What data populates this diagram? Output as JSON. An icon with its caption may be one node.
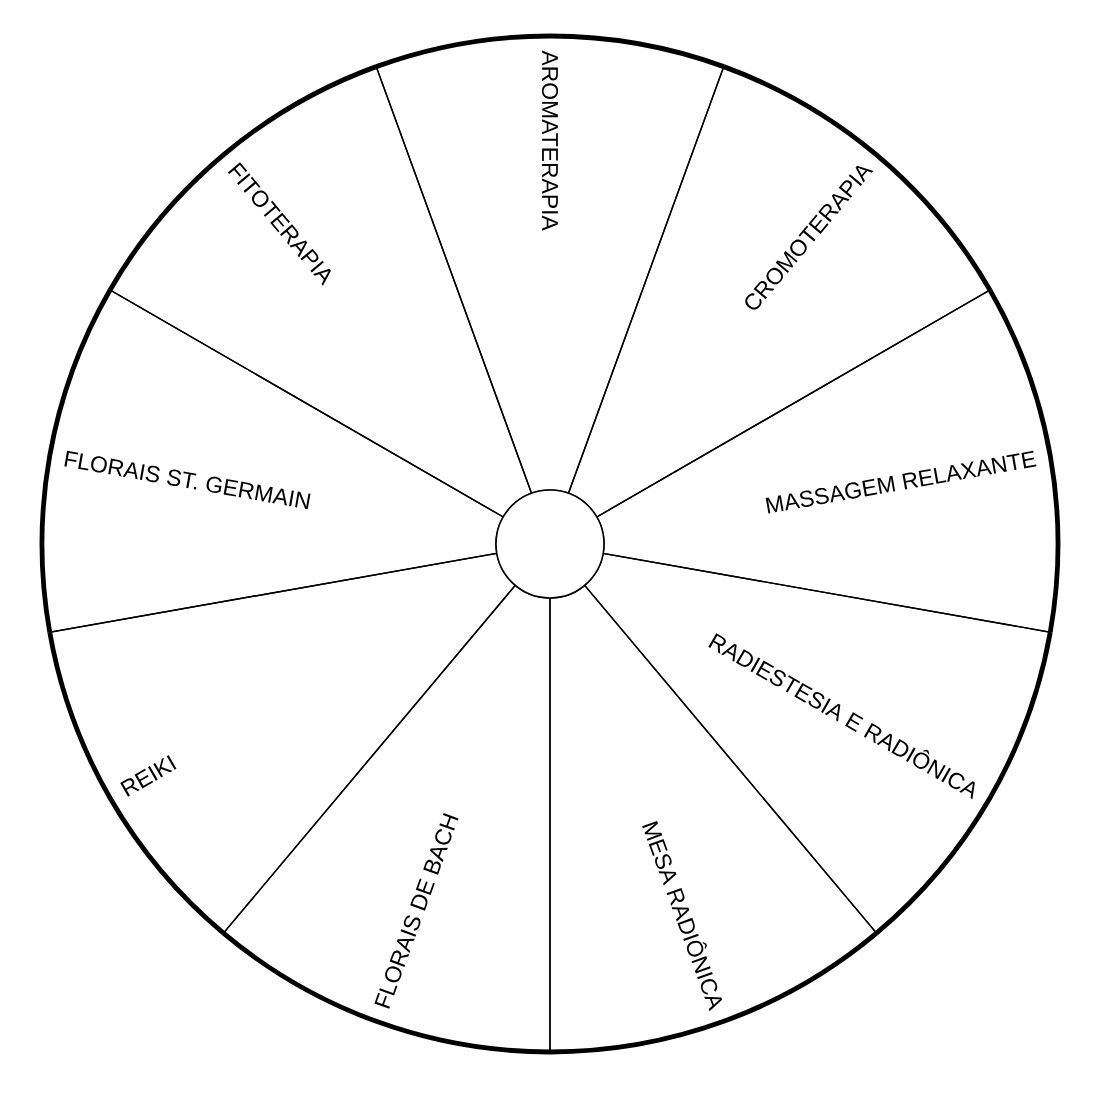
{
  "diagram": {
    "nodes": [
      {
        "text": [
          "AROMATERAPIA"
        ]
      },
      {
        "text": [
          "CROMOTERAPIA"
        ]
      },
      {
        "text": [
          "MASSAGEM RELAXANTE"
        ]
      },
      {
        "text": [
          "RADIESTESIA E RADIÔNICA"
        ]
      },
      {
        "text": [
          "MESA RADIÔNICA"
        ]
      },
      {
        "text": [
          "FLORAIS DE BACH"
        ]
      },
      {
        "text": [
          "REIKI"
        ]
      },
      {
        "text": [
          "FLORAIS ST. GERMAIN"
        ]
      },
      {
        "text": [
          "FITOTERAPIA"
        ]
      },
      {
        "text": [],
        "shape": "circle"
      }
    ]
  }
}
